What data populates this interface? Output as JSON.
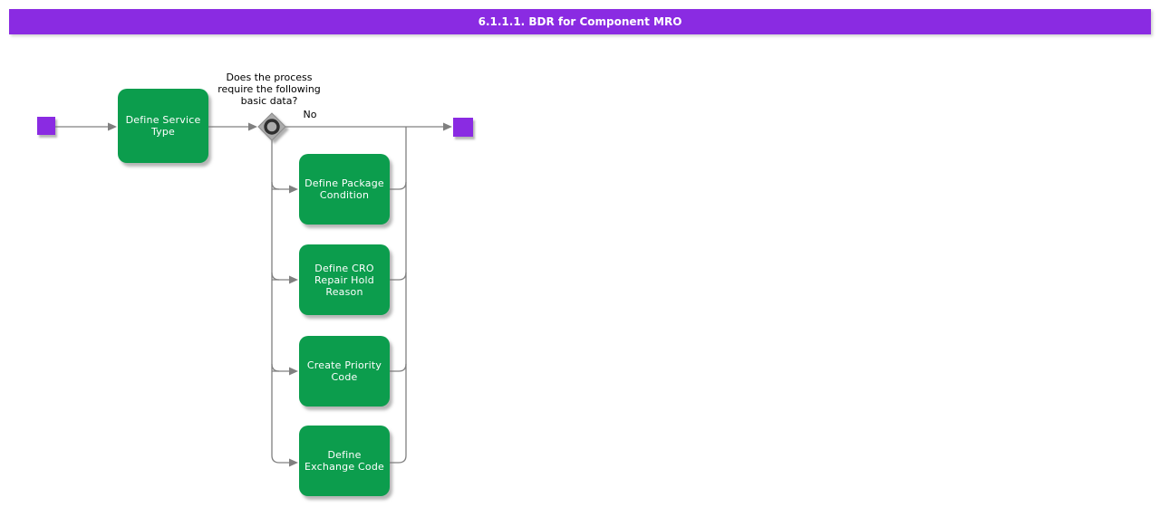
{
  "title": "6.1.1.1. BDR for Component MRO",
  "decision": {
    "question_lines": [
      "Does the process",
      "require the following",
      "basic data?"
    ],
    "no_label": "No"
  },
  "activities": [
    {
      "label": "Define Service Type"
    },
    {
      "label": "Define Package Condition"
    },
    {
      "label": "Define CRO Repair Hold Reason"
    },
    {
      "label": "Create Priority Code"
    },
    {
      "label": "Define Exchange Code"
    }
  ],
  "colors": {
    "accent_purple": "#8A2BE2",
    "activity_green": "#0C9D4D",
    "connector_gray": "#808080",
    "diamond_gray": "#ABABAB"
  }
}
